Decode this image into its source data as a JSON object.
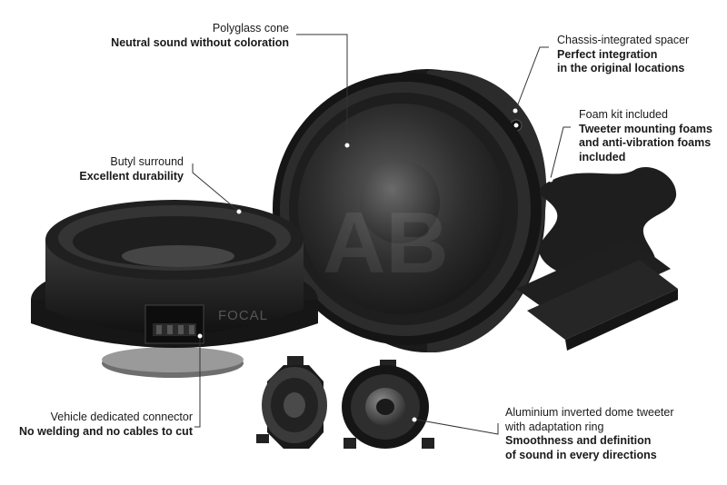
{
  "brand": "FOCAL",
  "watermark": "AB",
  "callouts": {
    "polyglass": {
      "title": "Polyglass cone",
      "desc": "Neutral sound without coloration"
    },
    "spacer": {
      "title": "Chassis-integrated spacer",
      "desc1": "Perfect integration",
      "desc2": "in the original locations"
    },
    "foam": {
      "title": "Foam kit included",
      "desc1": "Tweeter mounting foams",
      "desc2": "and anti-vibration foams",
      "desc3": "included"
    },
    "butyl": {
      "title": "Butyl surround",
      "desc": "Excellent durability"
    },
    "connector": {
      "title": "Vehicle dedicated connector",
      "desc": "No welding and no cables to cut"
    },
    "tweeter": {
      "title1": "Aluminium inverted dome tweeter",
      "title2": "with adaptation ring",
      "desc1": "Smoothness and definition",
      "desc2": "of sound in every directions"
    }
  },
  "colors": {
    "leader": "#333333",
    "speaker_dark": "#1c1c1c",
    "speaker_mid": "#3a3a3a",
    "foam": "#222222"
  }
}
